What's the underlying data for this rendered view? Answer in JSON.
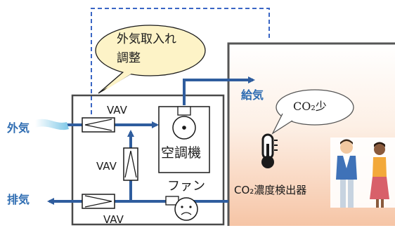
{
  "labels": {
    "outside_air": "外気",
    "exhaust": "排気",
    "supply": "給気",
    "vav_top": "VAV",
    "vav_mid": "VAV",
    "vav_bottom": "VAV",
    "ac_unit": "空調機",
    "fan": "ファン",
    "co2_sensor": "CO₂濃度検出器",
    "co2_bubble": "CO₂少",
    "adjust_bubble_line1": "外気取入れ",
    "adjust_bubble_line2": "調整"
  },
  "colors": {
    "duct_blue": "#2f5d9e",
    "label_blue": "#2f6db2",
    "bubble_yellow": "#fdf3c7",
    "room_gradient_top": "#ffffff",
    "room_gradient_bottom": "#f6c5a6",
    "control_line": "#3a66c4"
  },
  "icons": {
    "thermometer": "thermometer-icon",
    "people": "people-icon",
    "fan_face": "fan-face-icon"
  }
}
